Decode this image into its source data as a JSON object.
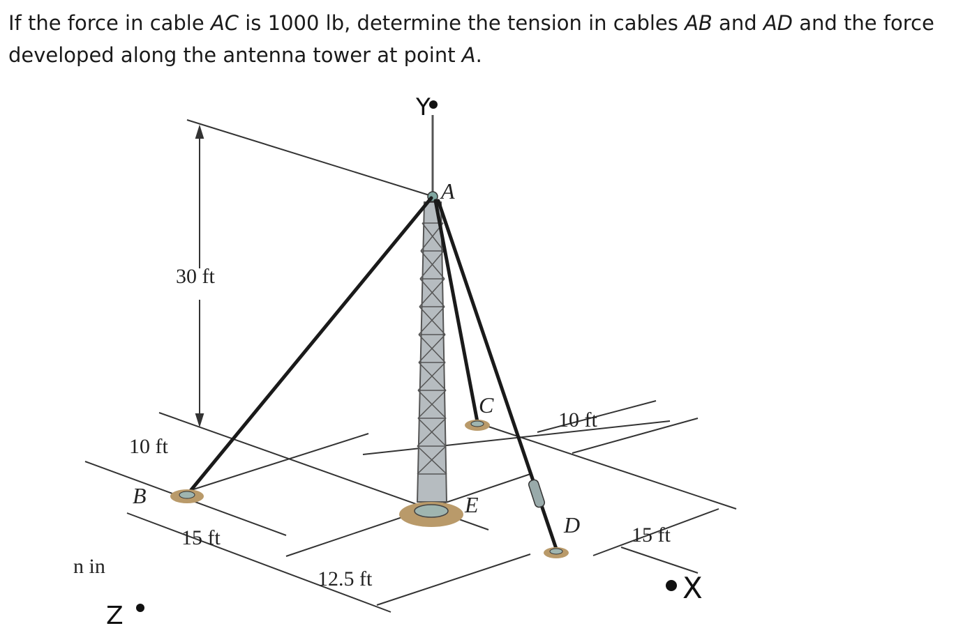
{
  "problem": {
    "parts": [
      "If the force in cable ",
      "AC",
      " is 1000 lb, determine the tension in cables ",
      "AB",
      " and ",
      "AD",
      " and the force developed along the antenna tower at point ",
      "A",
      "."
    ]
  },
  "figure": {
    "points": {
      "A": "A",
      "B": "B",
      "C": "C",
      "D": "D",
      "E": "E"
    },
    "dimensions": {
      "height": "30 ft",
      "b_offset": "10 ft",
      "b_x": "15 ft",
      "z_dist": "12.5 ft",
      "c_offset": "10 ft",
      "d_x": "15 ft"
    },
    "cut_text": "n in",
    "handwritten": {
      "y": "Y",
      "z": "Z",
      "x": "X"
    }
  }
}
